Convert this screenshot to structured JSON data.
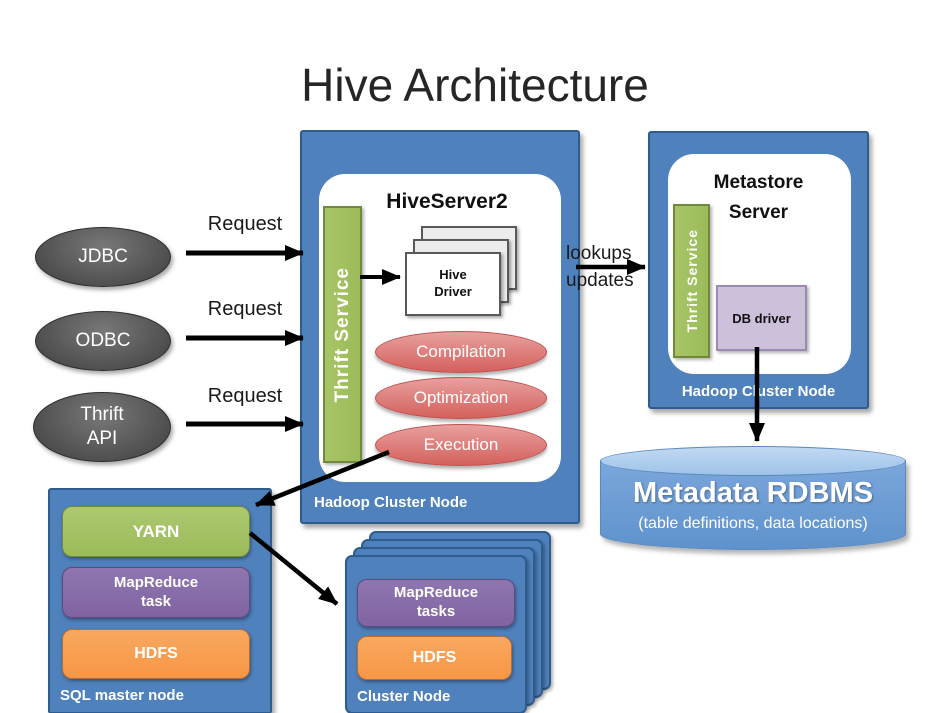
{
  "title": "Hive Architecture",
  "colors": {
    "blue-box": "#4f81bd",
    "blue-border": "#2e5c8f",
    "green": "#9bbb59",
    "green-border": "#71893f",
    "red-top": "#e8a09e",
    "red-bottom": "#d4615d",
    "red-border": "#c0504d",
    "purple": "#8064a2",
    "purple-border": "#5f4a7d",
    "orange": "#f79646",
    "orange-border": "#b66d31",
    "gray-center": "#787878",
    "gray-edge": "#3e3e3e",
    "lavender": "#ccc0da",
    "lavender-border": "#9b8bb4",
    "cyl-top": "#9dc3e8",
    "cyl-body-top": "#7ba7dc",
    "cyl-body-bottom": "#5f92cc",
    "cyl-border": "#5c88bd"
  },
  "clients": [
    {
      "label": "JDBC"
    },
    {
      "label": "ODBC"
    },
    {
      "label": "Thrift\nAPI"
    }
  ],
  "requests": [
    "Request",
    "Request",
    "Request"
  ],
  "hiveserver": {
    "title": "HiveServer2",
    "thrift_service": "Thrift Service",
    "hive_driver": "Hive\nDriver",
    "stages": [
      "Compilation",
      "Optimization",
      "Execution"
    ],
    "node_label": "Hadoop Cluster Node"
  },
  "link_label": "lookups\nupdates",
  "metastore": {
    "title": "Metastore\nServer",
    "thrift_service": "Thrift Service",
    "db_driver": "DB driver",
    "node_label": "Hadoop Cluster Node"
  },
  "rdbms": {
    "title": "Metadata RDBMS",
    "subtitle": "(table definitions, data locations)"
  },
  "sql_master_node": {
    "yarn": "YARN",
    "mapreduce": "MapReduce\ntask",
    "hdfs": "HDFS",
    "label": "SQL master node"
  },
  "cluster_node": {
    "mapreduce": "MapReduce\ntasks",
    "hdfs": "HDFS",
    "label": "Cluster Node"
  }
}
